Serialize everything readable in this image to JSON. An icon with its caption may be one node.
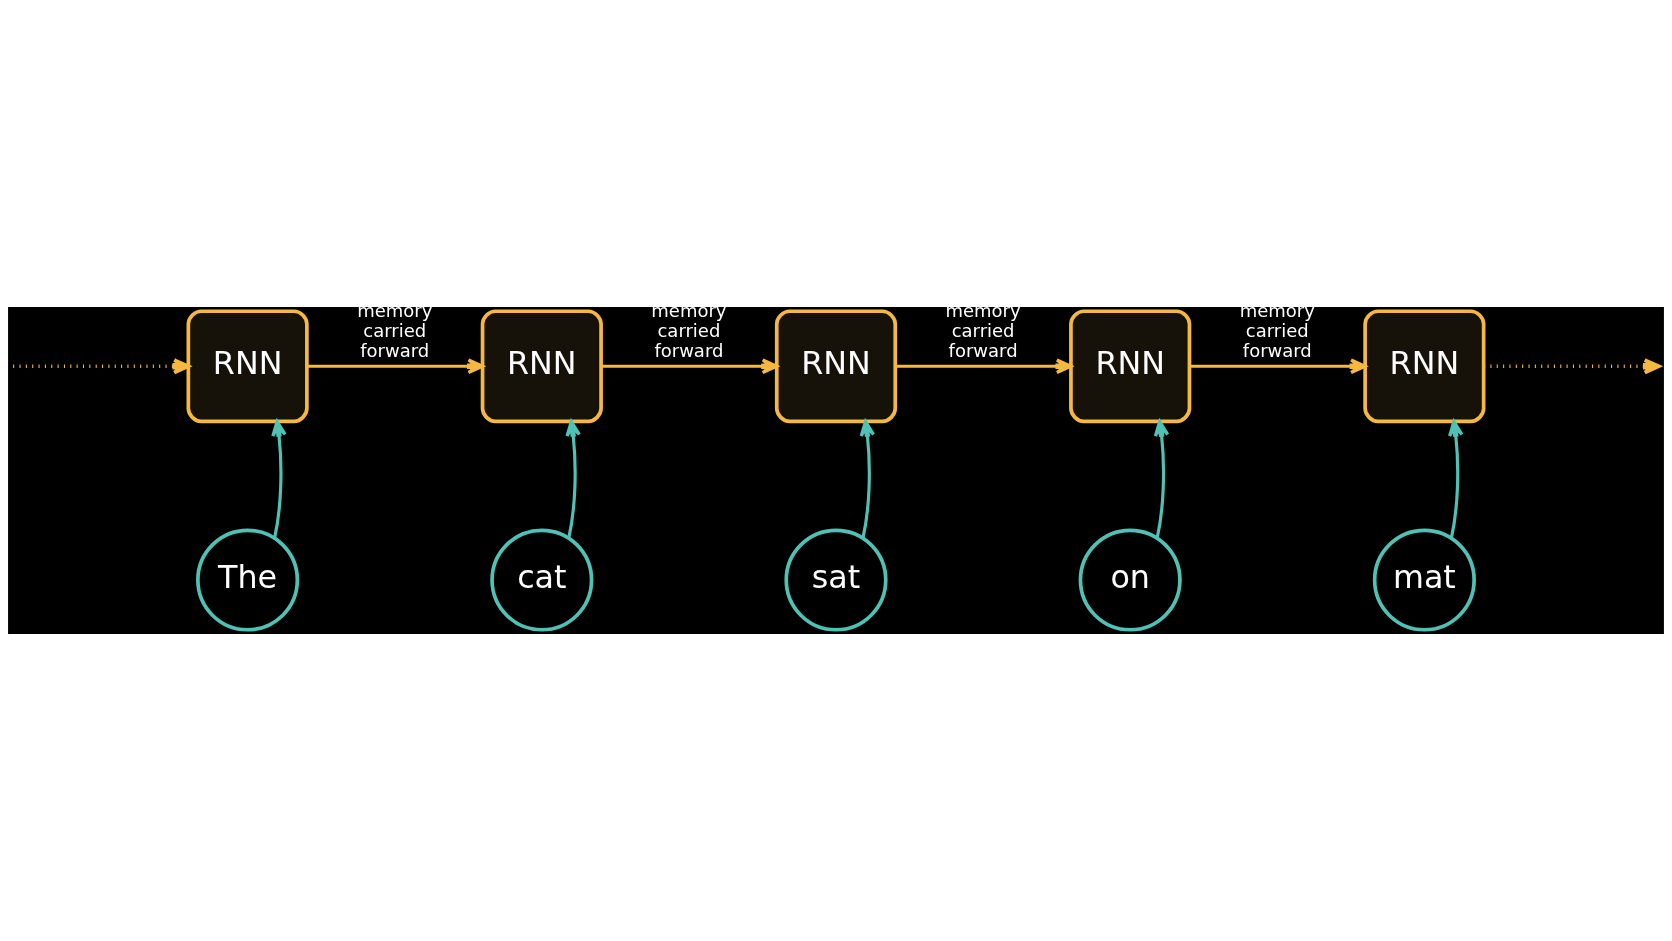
{
  "diagram": {
    "nodes": [
      {
        "text": [
          "RNN"
        ]
      },
      {
        "text": [
          "RNN"
        ]
      },
      {
        "text": [
          "RNN"
        ]
      },
      {
        "text": [
          "RNN"
        ]
      },
      {
        "text": [
          "RNN"
        ]
      },
      {
        "text": [
          "The"
        ]
      },
      {
        "text": [
          "cat"
        ]
      },
      {
        "text": [
          "sat"
        ]
      },
      {
        "text": [
          "on"
        ]
      },
      {
        "text": [
          "mat"
        ]
      }
    ],
    "edges": [
      {
        "from": null,
        "to": 0,
        "arrow": "to",
        "style": "dashed"
      },
      {
        "from": 0,
        "to": 1,
        "arrow": "to",
        "label": "memory carried forward"
      },
      {
        "from": 1,
        "to": 2,
        "arrow": "to",
        "label": "memory carried forward"
      },
      {
        "from": 2,
        "to": 3,
        "arrow": "to",
        "label": "memory carried forward"
      },
      {
        "from": 3,
        "to": 4,
        "arrow": "to",
        "label": "memory carried forward"
      },
      {
        "from": 4,
        "to": null,
        "arrow": "to",
        "style": "dashed"
      },
      {
        "from": 5,
        "to": 0,
        "arrow": "to",
        "color": "#4fc1b5"
      },
      {
        "from": 6,
        "to": 1,
        "arrow": "to",
        "color": "#4fc1b5"
      },
      {
        "from": 7,
        "to": 2,
        "arrow": "to",
        "color": "#4fc1b5"
      },
      {
        "from": 8,
        "to": 3,
        "arrow": "to",
        "color": "#4fc1b5"
      },
      {
        "from": 9,
        "to": 4,
        "arrow": "to",
        "color": "#4fc1b5"
      }
    ]
  }
}
